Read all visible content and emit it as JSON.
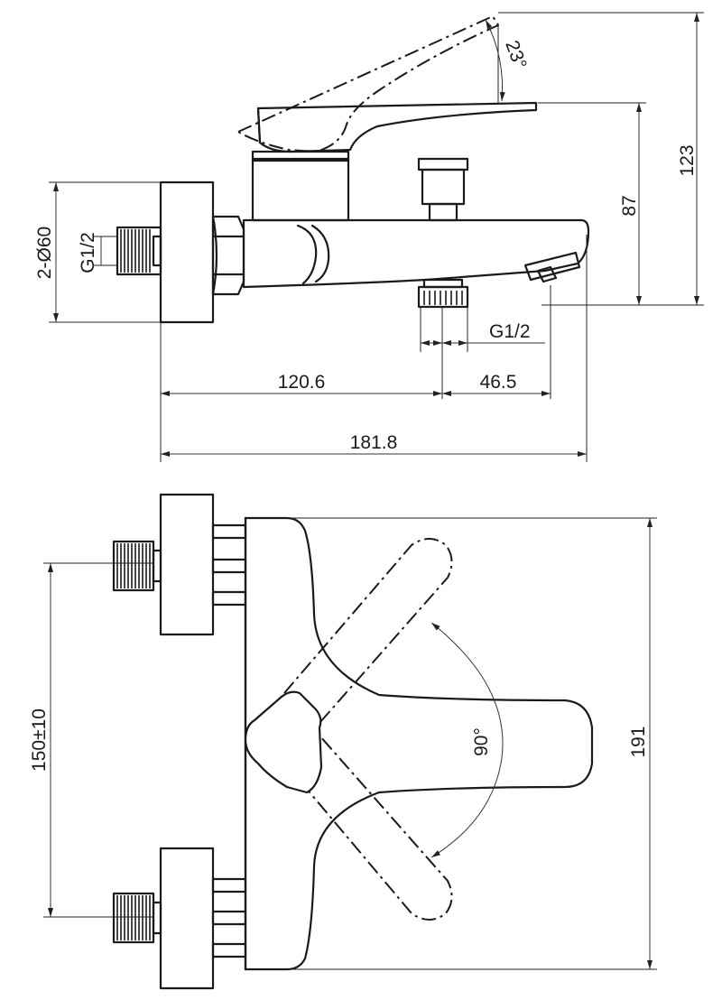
{
  "side_view": {
    "angle_handle": "23°",
    "height_total": "123",
    "height_spout": "87",
    "connection_diameter": "2-Ø60",
    "thread_inlet": "G1/2",
    "thread_outlet": "G1/2",
    "length_to_outlet": "120.6",
    "outlet_offset": "46.5",
    "length_total": "181.8"
  },
  "top_view": {
    "center_distance": "150±10",
    "handle_rotation": "90°",
    "depth_total": "191"
  }
}
